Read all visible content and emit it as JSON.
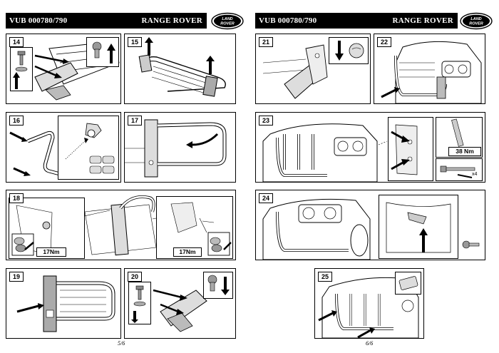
{
  "pages": [
    {
      "doc_ref": "VUB 000780/790",
      "title": "RANGE ROVER",
      "page_number": "5/6",
      "steps": [
        {
          "num": "14"
        },
        {
          "num": "15"
        },
        {
          "num": "16"
        },
        {
          "num": "17"
        },
        {
          "num": "18",
          "torque": "17Nm",
          "torque2": "17Nm"
        },
        {
          "num": "19"
        },
        {
          "num": "20"
        }
      ]
    },
    {
      "doc_ref": "VUB 000780/790",
      "title": "RANGE ROVER",
      "page_number": "6/6",
      "steps": [
        {
          "num": "21"
        },
        {
          "num": "22"
        },
        {
          "num": "23",
          "torque": "38 Nm",
          "qty": "x4"
        },
        {
          "num": "24"
        },
        {
          "num": "25"
        }
      ]
    }
  ],
  "logo_text": "LAND ROVER",
  "icons": [
    "land-rover-logo-icon",
    "arrow-icon",
    "bolt-icon",
    "washer-icon",
    "nut-icon",
    "spray-icon",
    "grease-icon",
    "torque-wrench-icon",
    "pad-icon"
  ]
}
